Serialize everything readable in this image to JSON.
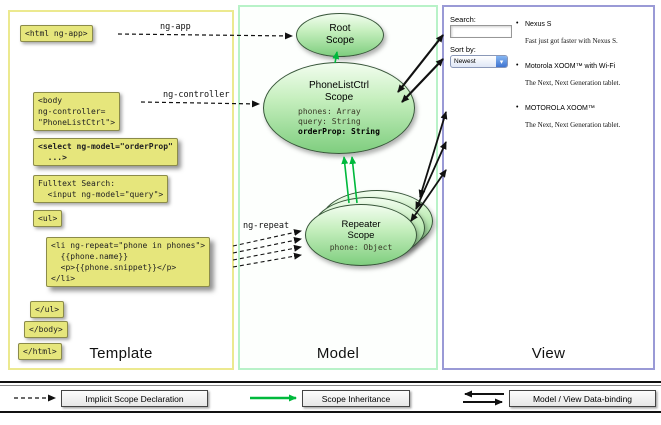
{
  "colors": {
    "code_box_bg": "#e6e67c",
    "scope_fill_top": "#f2fdef",
    "scope_fill_bottom": "#7fce7f",
    "inheritance_green": "#00b93c",
    "arrow_black": "#111111",
    "template_border": "#ece98f",
    "model_border": "#b8f2c8",
    "view_border": "#9a9ad6"
  },
  "icons": {
    "dropdown_arrow": "▾"
  },
  "panels": {
    "template": {
      "label": "Template",
      "snippets": {
        "html_open": "<html ng-app>",
        "body_open": "<body\nng-controller=\n\"PhoneListCtrl\">",
        "select": "<select ng-model=\"orderProp\"\n  ...>",
        "fulltext": "Fulltext Search:\n  <input ng-model=\"query\">",
        "ul_open": "<ul>",
        "li_repeat": "<li ng-repeat=\"phone in phones\">\n  {{phone.name}}\n  <p>{{phone.snippet}}</p>\n</li>",
        "ul_close": "</ul>",
        "body_close": "</body>",
        "html_close": "</html>"
      }
    },
    "model": {
      "label": "Model",
      "root_scope": {
        "title": "Root\nScope"
      },
      "phonelist_scope": {
        "title": "PhoneListCtrl\nScope",
        "props": [
          "phones: Array",
          "query: String",
          "orderProp: String"
        ]
      },
      "repeater_scope": {
        "title": "Repeater\nScope",
        "prop": "phone: Object"
      }
    },
    "view": {
      "label": "View",
      "search_label": "Search:",
      "sort_label": "Sort by:",
      "sort_selected": "Newest",
      "phones": [
        {
          "name": "Nexus S",
          "snippet": "Fast just got faster with Nexus S."
        },
        {
          "name": "Motorola XOOM™ with Wi-Fi",
          "snippet": "The Next, Next Generation tablet."
        },
        {
          "name": "MOTOROLA XOOM™",
          "snippet": "The Next, Next Generation tablet."
        }
      ]
    }
  },
  "arrow_labels": {
    "ng_app": "ng-app",
    "ng_controller": "ng-controller",
    "ng_repeat": "ng-repeat"
  },
  "legend": {
    "implicit": "Implicit Scope Declaration",
    "inheritance": "Scope Inheritance",
    "databinding": "Model / View Data-binding"
  }
}
